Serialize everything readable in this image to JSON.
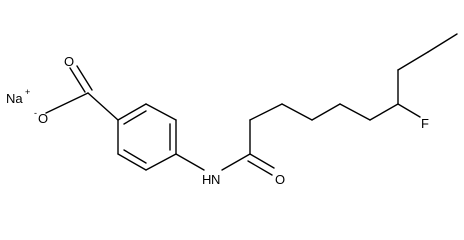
{
  "structure": {
    "labels": {
      "sodium": "Na",
      "sodium_charge": "+",
      "carboxylate_o_top": "O",
      "carboxylate_o_charge": "-",
      "carboxylate_o_bottom": "O",
      "amide_nh": "H",
      "amide_n": "N",
      "amide_o": "O",
      "fluorine": "F"
    }
  }
}
